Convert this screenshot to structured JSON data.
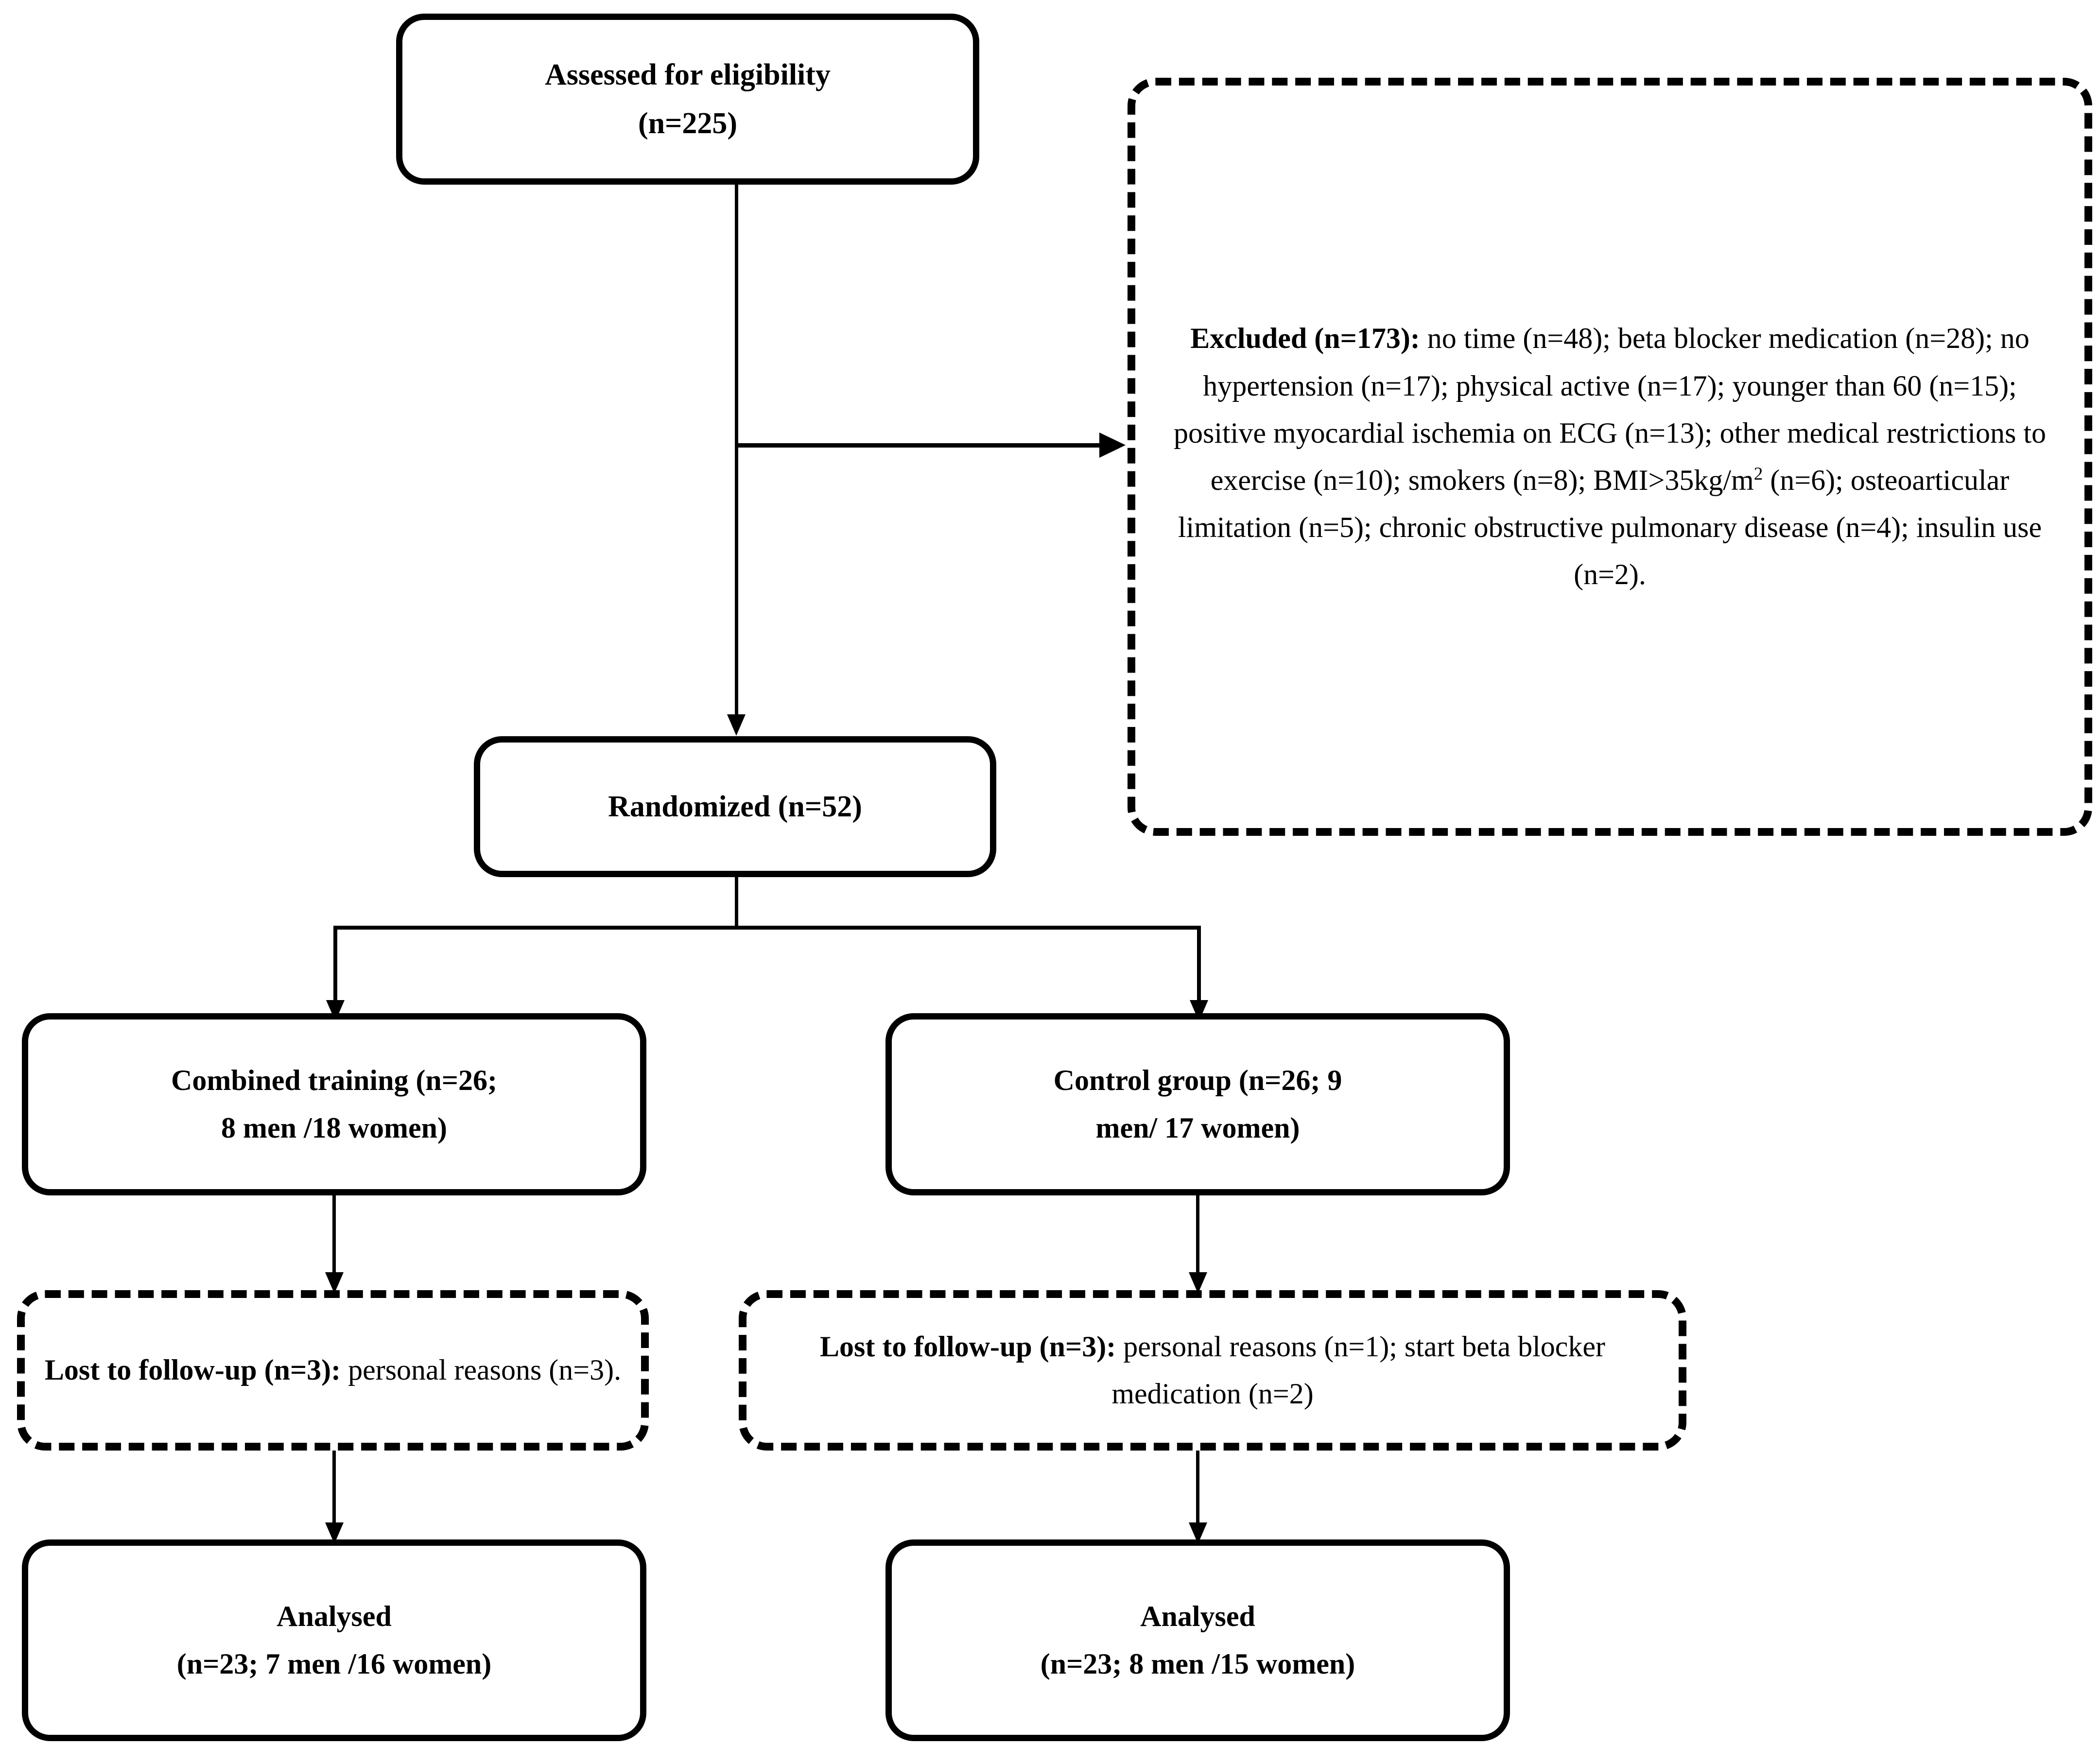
{
  "diagram": {
    "type": "consort-flow-diagram",
    "title": "CONSORT participant flow diagram"
  },
  "nodes": {
    "assessed": {
      "line1": "Assessed for eligibility",
      "line2": "(n=225)",
      "style": "solid",
      "bold": true
    },
    "excluded": {
      "lead": "Excluded (n=173):",
      "body": " no time (n=48); beta blocker medication (n=28); no hypertension (n=17); physical active (n=17); younger than 60 (n=15); positive myocardial ischemia on ECG (n=13); other medical restrictions to exercise (n=10); smokers (n=8); BMI>35kg/m",
      "body_sup": "2",
      "body_tail": " (n=6); osteoarticular limitation (n=5); chronic obstructive pulmonary disease (n=4); insulin use (n=2).",
      "style": "dashed",
      "reasons": [
        {
          "reason": "no time",
          "n": 48
        },
        {
          "reason": "beta blocker medication",
          "n": 28
        },
        {
          "reason": "no hypertension",
          "n": 17
        },
        {
          "reason": "physical active",
          "n": 17
        },
        {
          "reason": "younger than 60",
          "n": 15
        },
        {
          "reason": "positive myocardial ischemia on ECG",
          "n": 13
        },
        {
          "reason": "other medical restrictions to exercise",
          "n": 10
        },
        {
          "reason": "smokers",
          "n": 8
        },
        {
          "reason": "BMI>35kg/m2",
          "n": 6
        },
        {
          "reason": "osteoarticular limitation",
          "n": 5
        },
        {
          "reason": "chronic obstructive pulmonary disease",
          "n": 4
        },
        {
          "reason": "insulin use",
          "n": 2
        }
      ],
      "total": 173
    },
    "randomized": {
      "line1": "Randomized (n=52)",
      "style": "solid",
      "bold": true
    },
    "combined_training": {
      "line1": "Combined training (n=26;",
      "line2": "8 men /18 women)",
      "style": "solid",
      "bold": true
    },
    "control_group": {
      "line1": "Control group (n=26; 9",
      "line2": "men/ 17 women)",
      "style": "solid",
      "bold": true
    },
    "lost_left": {
      "lead": "Lost to follow-up (n=3):",
      "body": " personal reasons (n=3).",
      "style": "dashed"
    },
    "lost_right": {
      "lead": "Lost to follow-up (n=3):",
      "body": " personal reasons (n=1); start beta blocker medication (n=2)",
      "style": "dashed"
    },
    "analysed_left": {
      "line1": "Analysed",
      "line2": "(n=23; 7 men /16 women)",
      "style": "solid",
      "bold": true
    },
    "analysed_right": {
      "line1": "Analysed",
      "line2": "(n=23; 8 men /15 women)",
      "style": "solid",
      "bold": true
    }
  },
  "colors": {
    "stroke": "#000000",
    "fill": "#ffffff",
    "text": "#000000"
  }
}
